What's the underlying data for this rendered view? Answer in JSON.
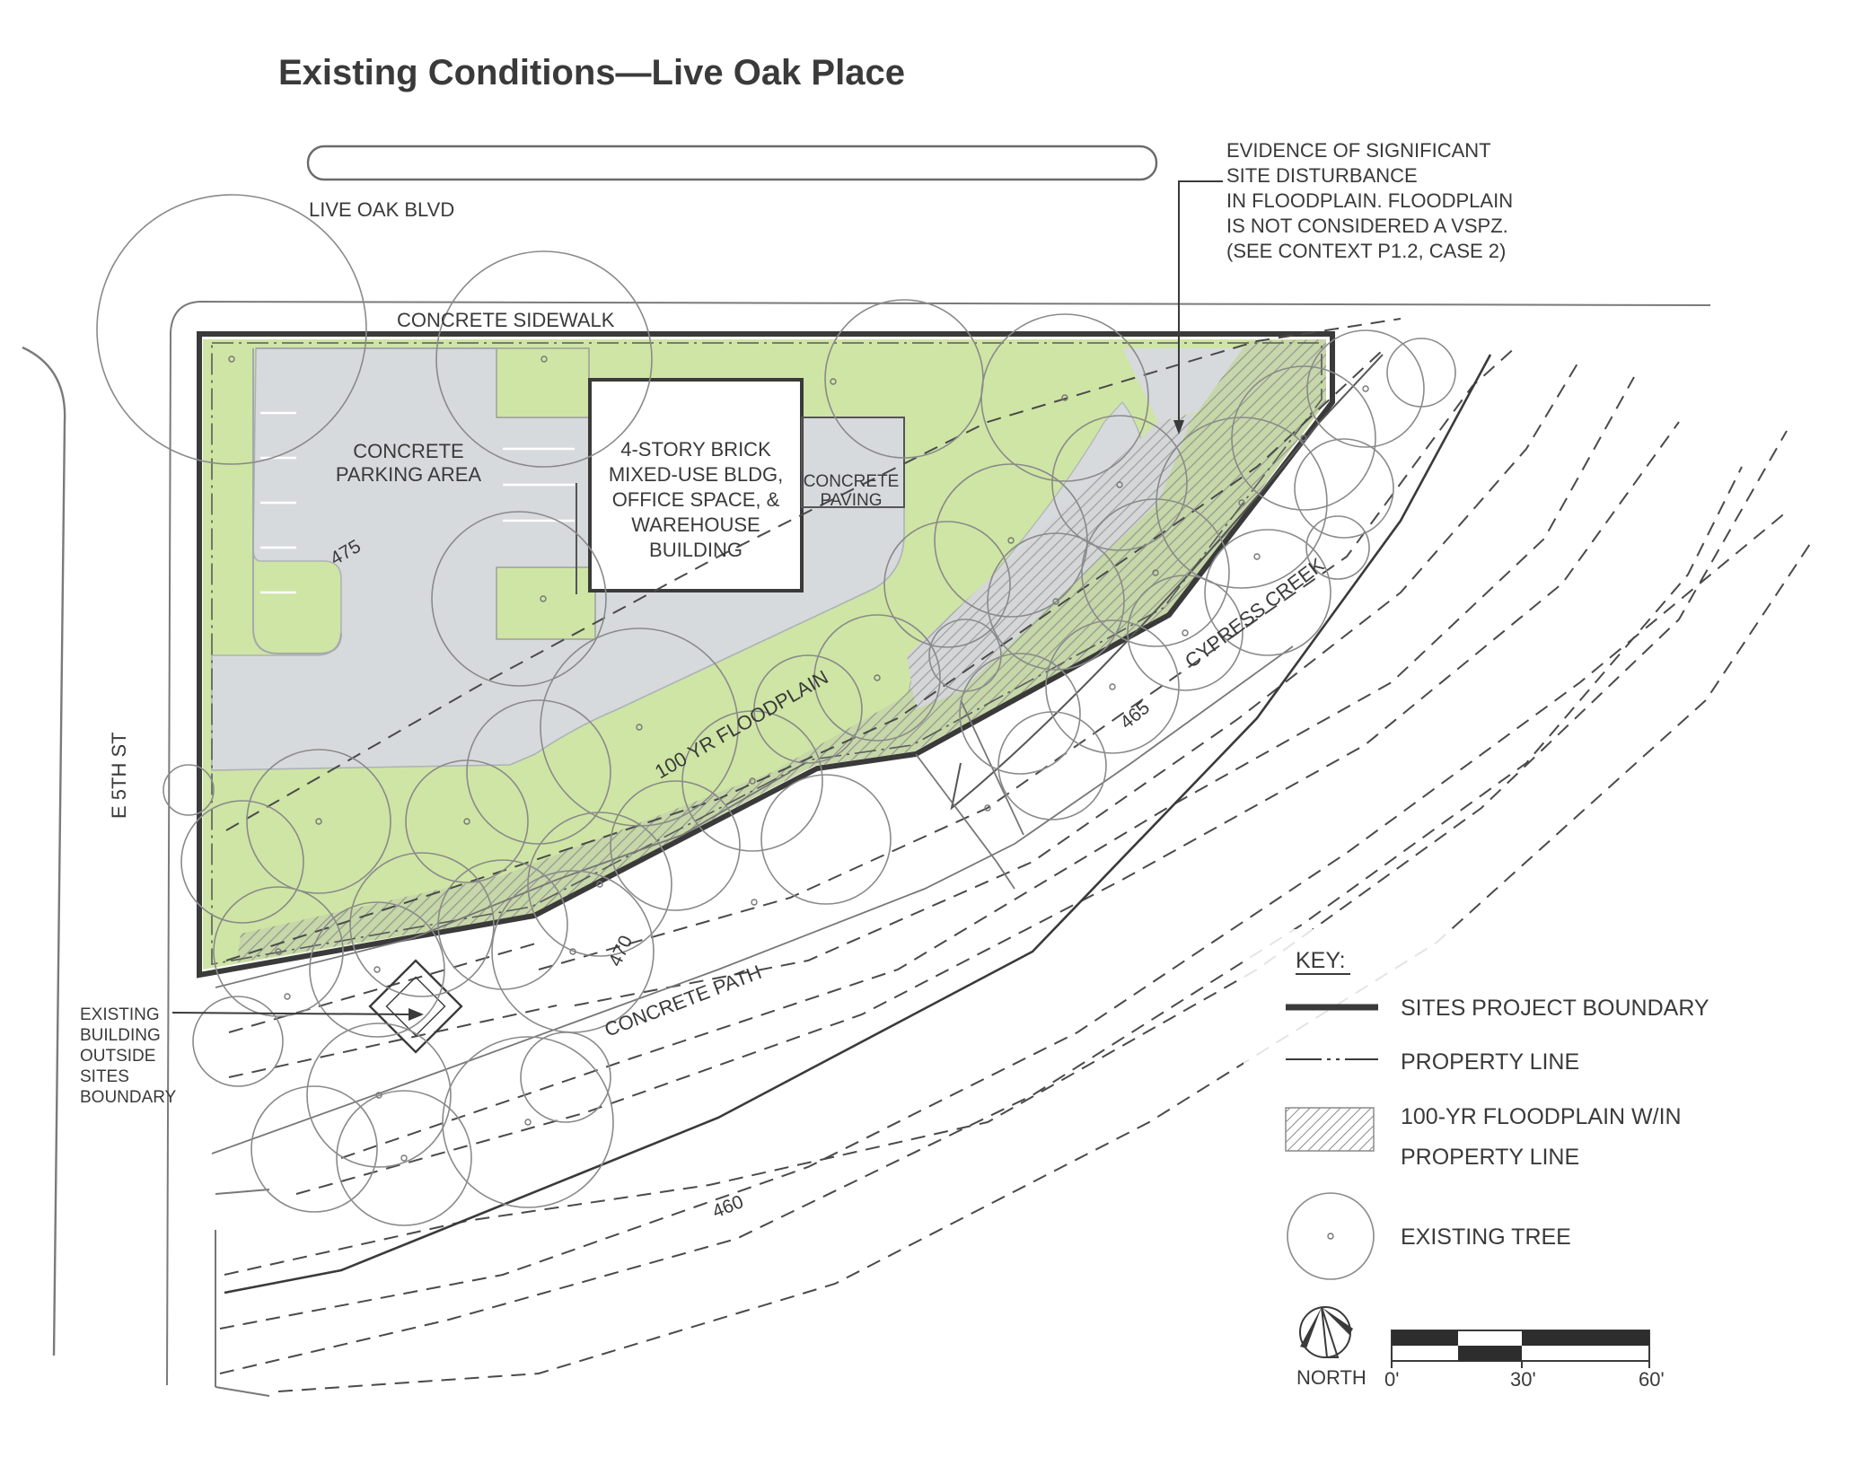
{
  "title": "Existing Conditions—Live Oak Place",
  "streets": {
    "north": "LIVE OAK BLVD",
    "west": "E 5TH ST"
  },
  "labels": {
    "sidewalk": "CONCRETE SIDEWALK",
    "parking_1": "CONCRETE",
    "parking_2": "PARKING AREA",
    "building_1": "4-STORY BRICK",
    "building_2": "MIXED-USE BLDG,",
    "building_3": "OFFICE SPACE, &",
    "building_4": "WAREHOUSE",
    "building_5": "BUILDING",
    "paving_1": "CONCRETE",
    "paving_2": "PAVING",
    "floodplain": "100 YR FLOODPLAIN",
    "creek": "CYPRESS CREEK",
    "path": "CONCRETE PATH"
  },
  "contours": [
    "475",
    "470",
    "465",
    "460"
  ],
  "annotations": {
    "disturbance": [
      "EVIDENCE OF SIGNIFICANT",
      "SITE DISTURBANCE",
      "IN FLOODPLAIN. FLOODPLAIN",
      "IS NOT CONSIDERED A VSPZ.",
      "(SEE CONTEXT P1.2, CASE 2)"
    ],
    "existing_building": [
      "EXISTING",
      "BUILDING",
      "OUTSIDE",
      "SITES",
      "BOUNDARY"
    ]
  },
  "key": {
    "heading": "KEY:",
    "boundary": "SITES PROJECT BOUNDARY",
    "property_line": "PROPERTY LINE",
    "floodplain_1": "100-YR FLOODPLAIN W/IN",
    "floodplain_2": "PROPERTY LINE",
    "tree": "EXISTING TREE"
  },
  "north_label": "NORTH",
  "scale": {
    "ticks": [
      "0'",
      "30'",
      "60'"
    ]
  },
  "colors": {
    "lawn": "#cfe5a5",
    "paving": "#d7dadc",
    "ink": "#3a3a3a",
    "tree_line": "#8a8a8a"
  }
}
